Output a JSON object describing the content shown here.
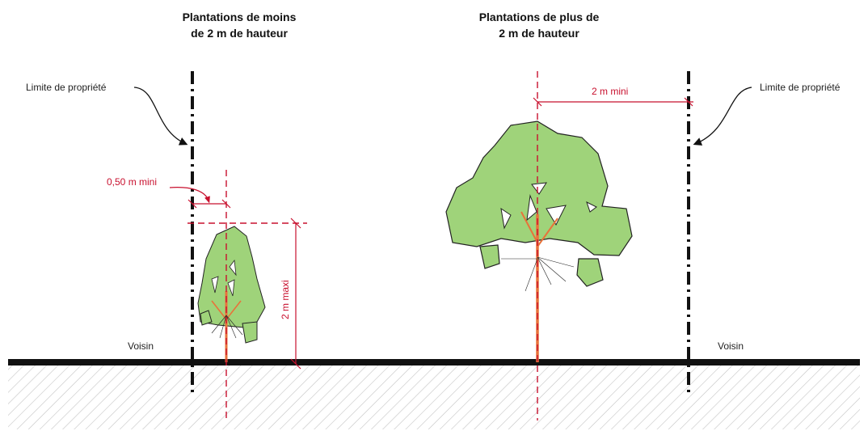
{
  "left_section": {
    "title_line1": "Plantations de moins",
    "title_line2": "de 2 m de hauteur",
    "limit_label": "Limite de propriété",
    "neighbor_label": "Voisin",
    "distance_label": "0,50 m mini",
    "height_label": "2 m maxi"
  },
  "right_section": {
    "title_line1": "Plantations de plus de",
    "title_line2": "2 m de hauteur",
    "limit_label": "Limite de propriété",
    "neighbor_label": "Voisin",
    "distance_label": "2 m mini"
  },
  "colors": {
    "dimension": "#c8102e",
    "foliage": "#9fd37a",
    "trunk": "#e8733a",
    "ground": "#111111",
    "hatch": "#bdbdbd"
  }
}
